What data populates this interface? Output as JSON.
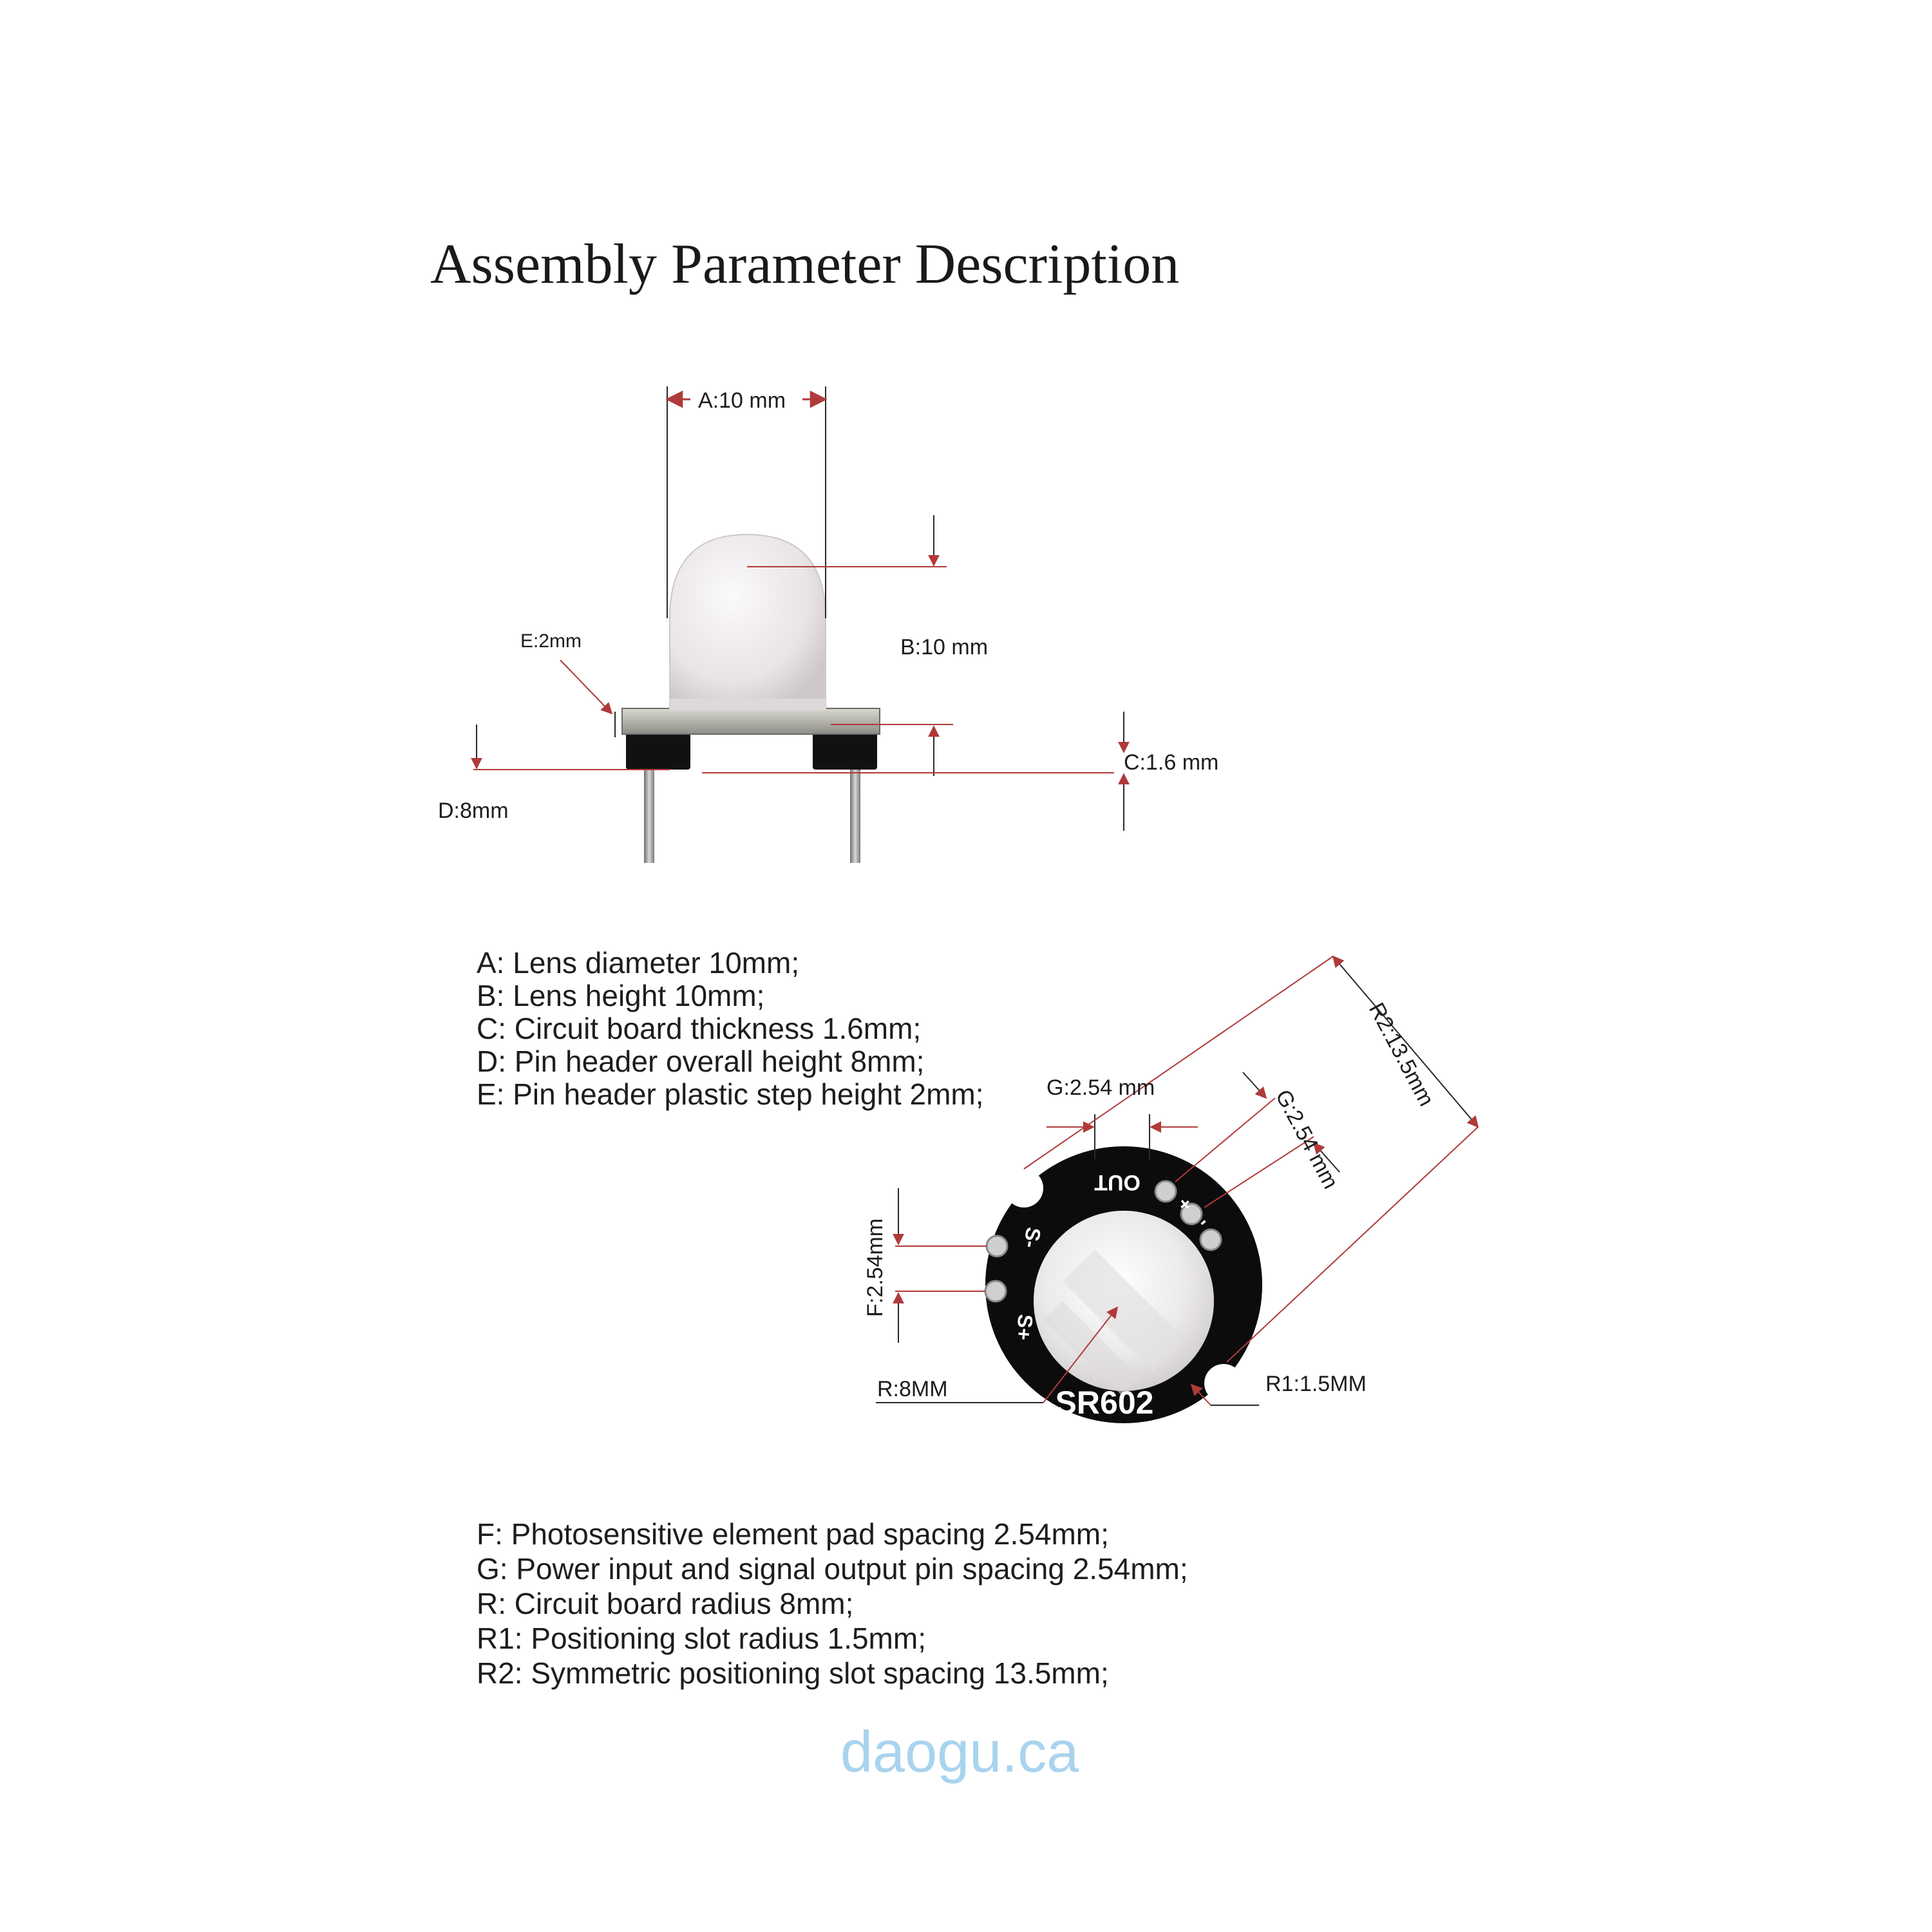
{
  "title": "Assembly Parameter Description",
  "side_view": {
    "label_a": "A:10 mm",
    "label_b": "B:10 mm",
    "label_c": "C:1.6 mm",
    "label_d": "D:8mm",
    "label_e": "E:2mm"
  },
  "notes_top": [
    "A: Lens diameter 10mm;",
    "B: Lens height 10mm;",
    "C: Circuit board thickness 1.6mm;",
    "D: Pin header overall height 8mm;",
    "E: Pin header plastic step height 2mm;"
  ],
  "top_view": {
    "label_g_top": "G:2.54 mm",
    "label_g_right": "G:2.54 mm",
    "label_r2": "R2:13.5mm",
    "label_f": "F:2.54mm",
    "label_r": "R:8MM",
    "label_r1": "R1:1.5MM",
    "board_model": "SR602",
    "pin_out": "OUT",
    "pin_s_minus": "S-",
    "pin_s_plus": "S+",
    "pin_plus": "+",
    "pin_minus": "-"
  },
  "notes_bottom": [
    "F: Photosensitive element pad spacing 2.54mm;",
    "G: Power input and signal output pin spacing 2.54mm;",
    "R: Circuit board radius 8mm;",
    "R1: Positioning slot radius 1.5mm;",
    "R2: Symmetric positioning slot spacing 13.5mm;"
  ],
  "watermark": "daogu.ca",
  "colors": {
    "dimension_line": "#b03a3a",
    "board": "#0c0c0c",
    "lens": "#ece8ea",
    "watermark": "#a9d3ee"
  }
}
